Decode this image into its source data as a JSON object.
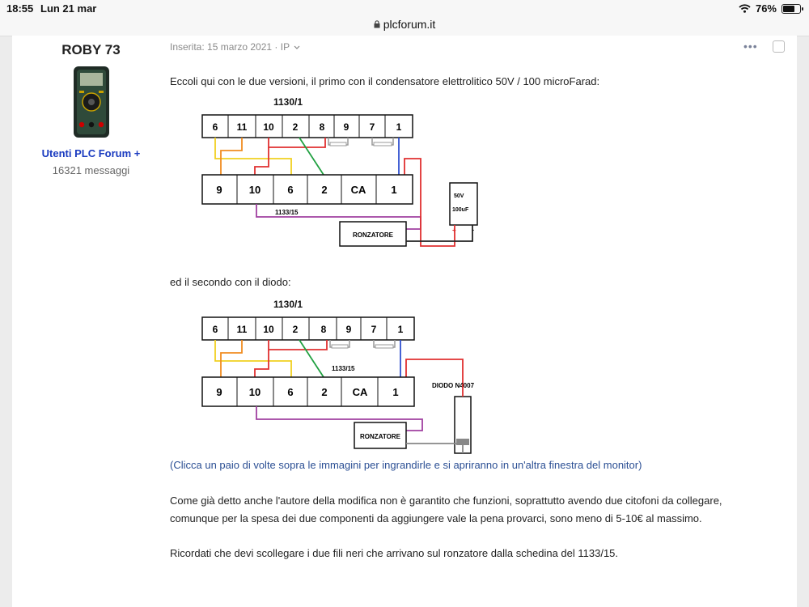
{
  "status": {
    "time": "18:55",
    "date": "Lun 21 mar",
    "battery": "76%"
  },
  "url": {
    "domain": "plcforum.it"
  },
  "author": {
    "name": "ROBY 73",
    "group": "Utenti PLC Forum +",
    "posts": "16321 messaggi"
  },
  "post": {
    "meta": "Inserita: 15 marzo 2021 · IP",
    "p1": "Eccoli qui con le due versioni, il primo con il condensatore elettrolitico 50V / 100 microFarad:",
    "p2": "ed il secondo con il  diodo:",
    "note": "(Clicca un paio di volte sopra le immagini per ingrandirle e si apriranno in un'altra finestra del monitor)",
    "p3a": "Come già detto anche l'autore della modifica non è garantito che funzioni, soprattutto avendo due citofoni da collegare,",
    "p3b": "comunque per la spesa dei due componenti da aggiungere vale la pena provarci, sono meno di 5-10€ al massimo.",
    "p4": "Ricordati che devi scollegare i due fili neri che arrivano sul ronzatore dalla schedina del 1133/15."
  },
  "diagram1": {
    "top_title": "1130/1",
    "top_terminals": [
      "6",
      "11",
      "10",
      "2",
      "8",
      "9",
      "7",
      "1"
    ],
    "bottom_terminals": [
      "9",
      "10",
      "6",
      "2",
      "CA",
      "1"
    ],
    "bottom_label": "1133/15",
    "buzzer": "RONZATORE",
    "cap_voltage": "50V",
    "cap_value": "100uF",
    "plus": "+",
    "minus": "-"
  },
  "diagram2": {
    "top_title": "1130/1",
    "top_terminals": [
      "6",
      "11",
      "10",
      "2",
      "8",
      "9",
      "7",
      "1"
    ],
    "bottom_terminals": [
      "9",
      "10",
      "6",
      "2",
      "CA",
      "1"
    ],
    "bottom_label": "1133/15",
    "buzzer": "RONZATORE",
    "diode_label": "DIODO  N4007"
  }
}
